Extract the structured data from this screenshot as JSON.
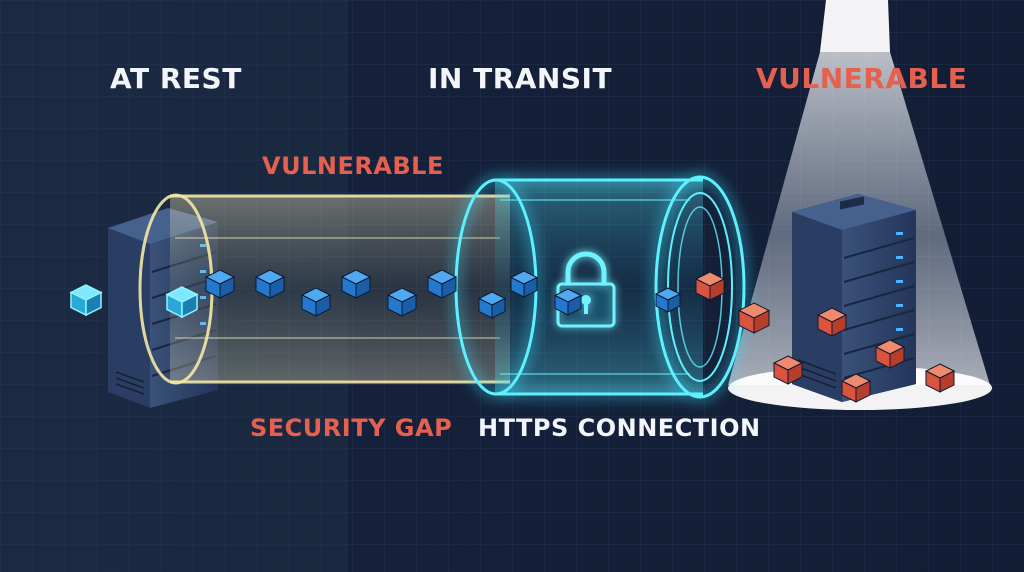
{
  "labels": {
    "at_rest": "AT REST",
    "in_transit": "IN TRANSIT",
    "vulnerable_right": "VULNERABLE",
    "vulnerable_middle": "VULNERABLE",
    "security_gap": "SECURITY GAP",
    "https_connection": "HTTPS CONNECTION"
  },
  "colors": {
    "background_left": "#1b2940",
    "background_right": "#14203a",
    "accent_red": "#e5604f",
    "accent_cyan": "#38e3ff",
    "cube_blue": "#2a8ee6",
    "cube_red": "#d9533d",
    "pipe_yellow": "#f0e3a0",
    "server_body": "#2f4366"
  },
  "icons": {
    "lock": "padlock-icon",
    "server": "server-rack-icon",
    "data_packet": "cube-icon",
    "spotlight": "spotlight-beam"
  }
}
